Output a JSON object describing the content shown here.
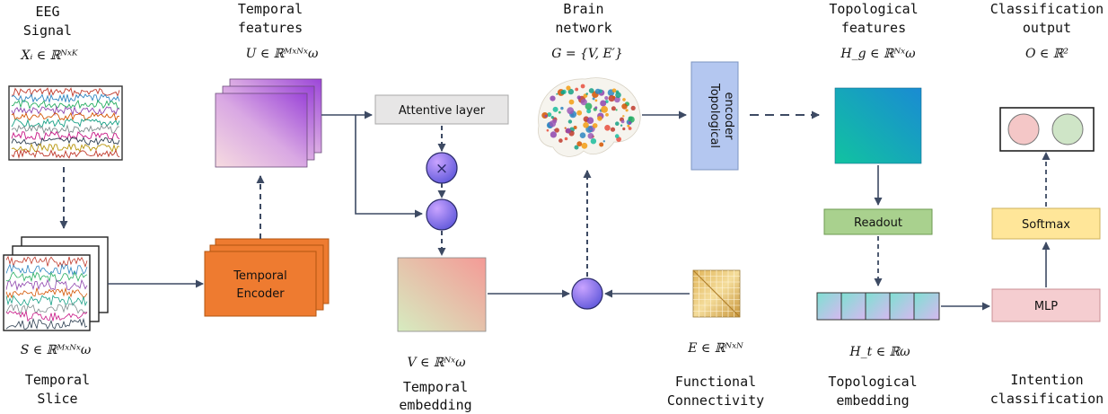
{
  "labels": {
    "eeg_signal_1": "EEG",
    "eeg_signal_2": "Signal",
    "eeg_math": "Xᵢ ∈ ℝᴺˣᴷ",
    "temporal_features_1": "Temporal",
    "temporal_features_2": "features",
    "temporal_features_math": "U ∈ ℝᴹˣᴺˣω",
    "brain_network_1": "Brain",
    "brain_network_2": "network",
    "brain_network_math": "G = {V, E′}",
    "topological_features_1": "Topological",
    "topological_features_2": "features",
    "topological_features_math": "H_g ∈ ℝᴺˣω",
    "classification_output_1": "Classification",
    "classification_output_2": "output",
    "classification_output_math": "O ∈ ℝ²",
    "temporal_slice_math": "S ∈ ℝᴹˣᴺˣω",
    "temporal_slice_1": "Temporal",
    "temporal_slice_2": "Slice",
    "temporal_embedding_math": "V ∈ ℝᴺˣω",
    "temporal_embedding_1": "Temporal",
    "temporal_embedding_2": "embedding",
    "functional_connectivity_math": "E ∈ ℝᴺˣᴺ",
    "functional_connectivity_1": "Functional",
    "functional_connectivity_2": "Connectivity",
    "topological_embedding_math": "H_t ∈ ℝω",
    "topological_embedding_1": "Topological",
    "topological_embedding_2": "embedding",
    "intention_classification_1": "Intention",
    "intention_classification_2": "classification"
  },
  "boxes": {
    "attentive_layer": "Attentive layer",
    "temporal_encoder_1": "Temporal",
    "temporal_encoder_2": "Encoder",
    "topological_encoder_1": "Topological",
    "topological_encoder_2": "encoder",
    "readout": "Readout",
    "softmax": "Softmax",
    "mlp": "MLP",
    "multiply_symbol": "×"
  },
  "colors": {
    "arrow": "#3d4a63",
    "temporal_encoder": "#ee7b30",
    "topological_encoder": "#b4c7f0",
    "readout": "#a9d18e",
    "softmax": "#ffe699",
    "mlp": "#f5cdd0",
    "attentive_layer": "#e7e6e6",
    "class_circle_1": "#f4c7c7",
    "class_circle_2": "#cfe5c7"
  }
}
